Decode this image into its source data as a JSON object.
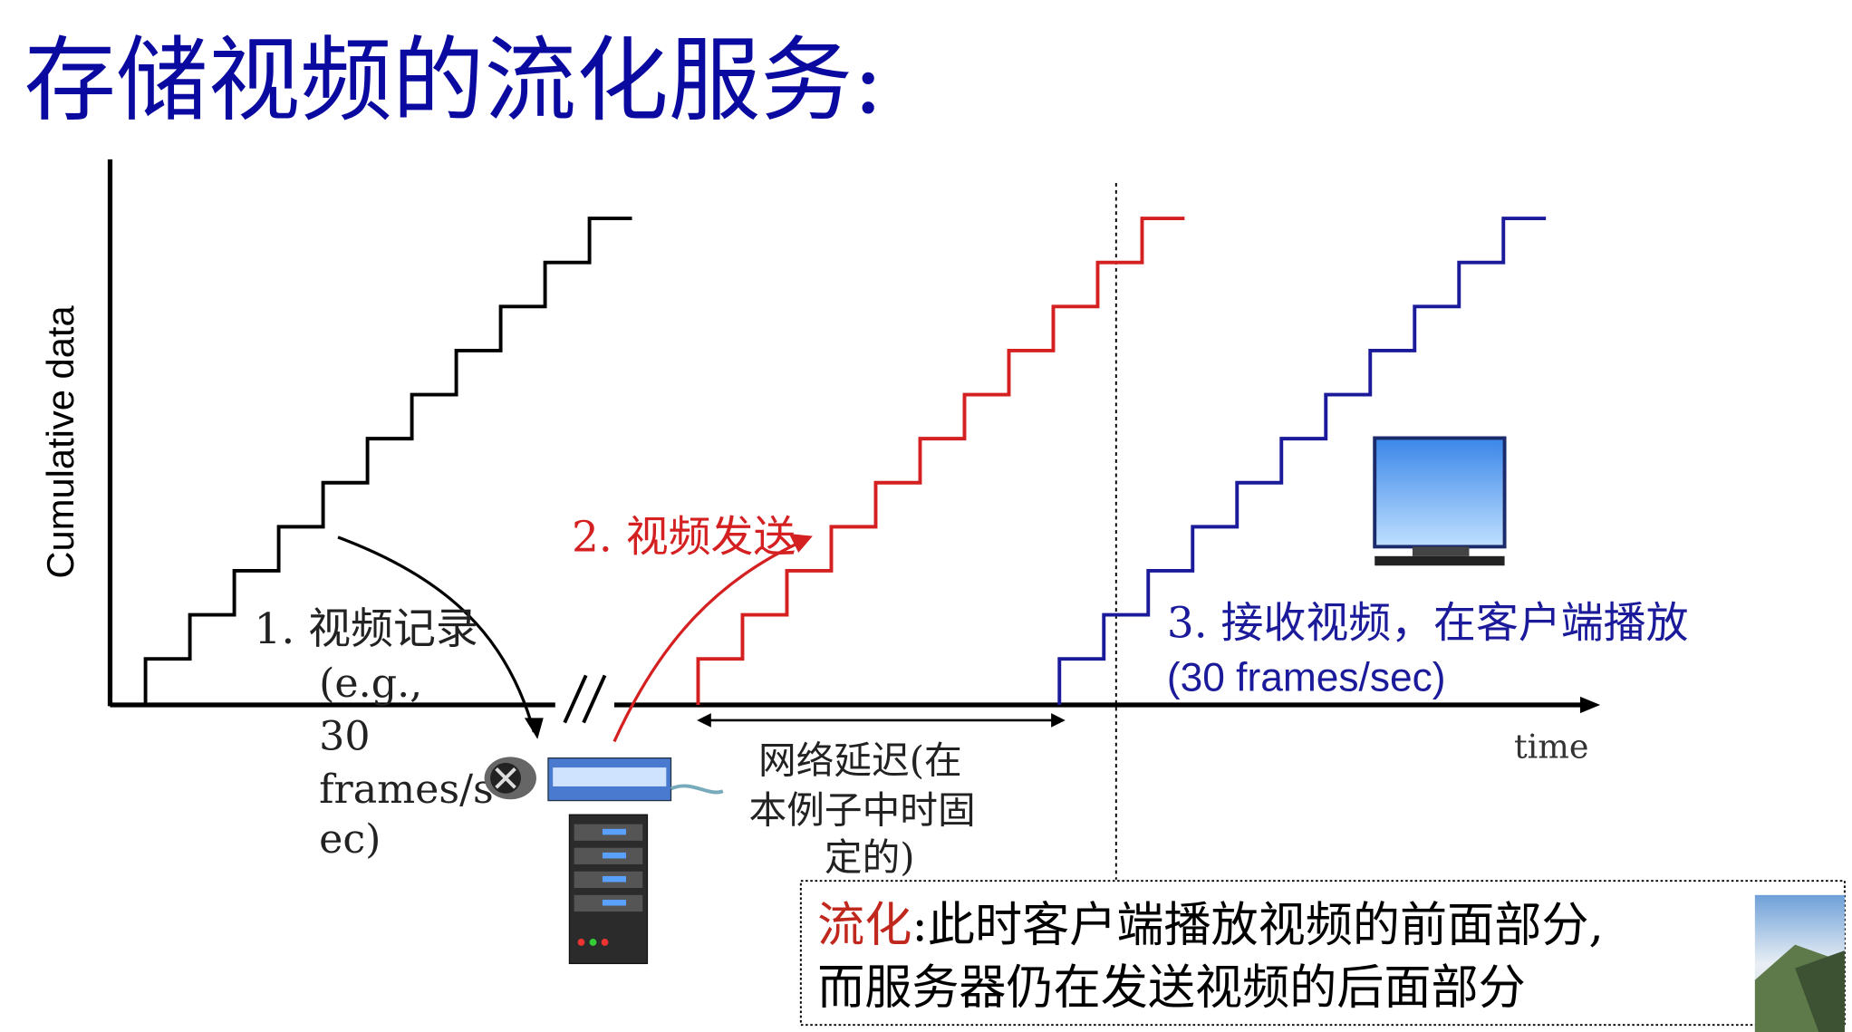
{
  "title": "存储视频的流化服务:",
  "y_axis_label": "Cumulative data",
  "x_axis_label": "time",
  "step1": {
    "label": "1. 视频记录",
    "lines": [
      "(e.g.,",
      "30",
      "frames/s",
      "ec)"
    ]
  },
  "step2": {
    "label": "2.  视频发送"
  },
  "step3": {
    "label": "3. 接收视频，在客户端播放",
    "rate": "(30 frames/sec)"
  },
  "network_delay": {
    "lines": [
      "网络延迟(在",
      "本例子中时固",
      "定的)"
    ]
  },
  "note": {
    "highlight": "流化",
    "line1": ":此时客户端播放视频的前面部分,",
    "line2": "而服务器仍在发送视频的后面部分"
  },
  "colors": {
    "title": "#0a0aa0",
    "record": "#000000",
    "send": "#d42020",
    "receive": "#1a1a9a",
    "highlight": "#c0281e"
  },
  "icons": [
    "server-icon",
    "film-reel-icon",
    "monitor-icon",
    "landscape-photo-icon"
  ]
}
